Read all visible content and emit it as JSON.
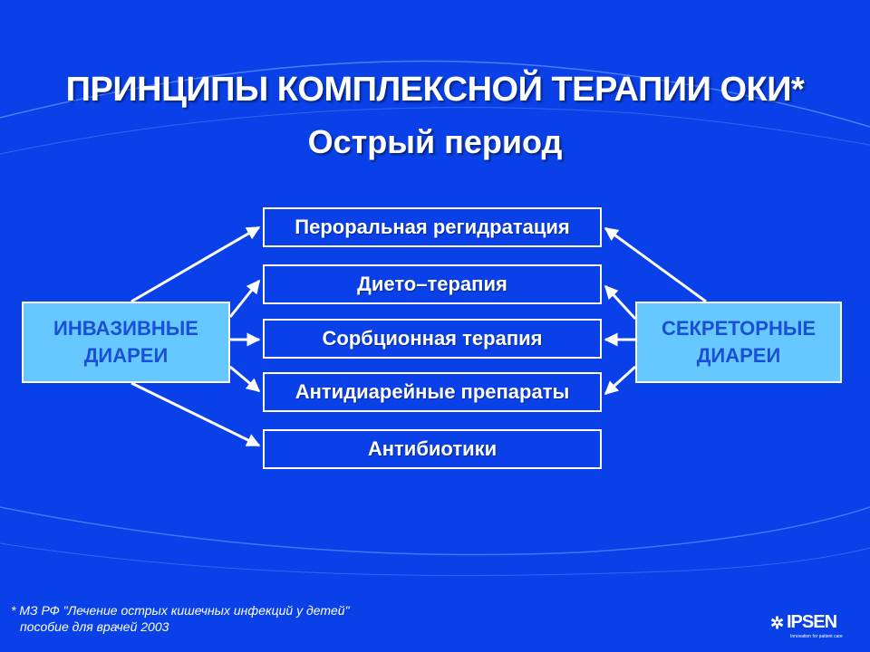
{
  "header": {
    "title": "ПРИНЦИПЫ КОМПЛЕКСНОЙ ТЕРАПИИ ОКИ*",
    "subtitle": "Острый период"
  },
  "diagram": {
    "left_box": {
      "line1": "ИНВАЗИВНЫЕ",
      "line2": "ДИАРЕИ"
    },
    "right_box": {
      "line1": "СЕКРЕТОРНЫЕ",
      "line2": "ДИАРЕИ"
    },
    "therapies": [
      "Пероральная регидратация",
      "Дието–терапия",
      "Сорбционная терапия",
      "Антидиарейные препараты",
      "Антибиотики"
    ]
  },
  "footnote": {
    "line1": "* МЗ РФ \"Лечение острых кишечных инфекций у детей\"",
    "line2": "пособие для врачей 2003"
  },
  "logo": {
    "name": "IPSEN",
    "tagline": "Innovation for patient care"
  },
  "colors": {
    "background": "#0a40e8",
    "side_box_fill": "#66c8ff",
    "side_box_text": "#1a50d8",
    "line": "#ffffff"
  }
}
